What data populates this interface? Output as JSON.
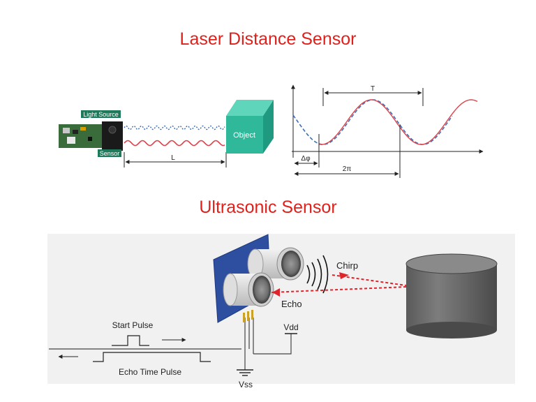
{
  "laser": {
    "title": "Laser Distance Sensor",
    "light_source_label": "Light Source",
    "sensor_label": "Sensor",
    "object_label": "Object",
    "distance_label": "L",
    "period_label": "T",
    "phase_label": "Δφ",
    "two_pi_label": "2π"
  },
  "ultrasonic": {
    "title": "Ultrasonic Sensor",
    "chirp_label": "Chirp",
    "echo_label": "Echo",
    "start_pulse_label": "Start Pulse",
    "echo_time_label": "Echo Time Pulse",
    "vdd_label": "Vdd",
    "vss_label": "Vss"
  },
  "colors": {
    "title_red": "#e0201b",
    "object_green": "#2fb89a",
    "tag_green": "#1f7a5c",
    "wave_red": "#e0424a",
    "wave_blue": "#3b6fb5",
    "board_blue": "#2e4fa0",
    "cylinder_gray": "#6b6b6b"
  }
}
